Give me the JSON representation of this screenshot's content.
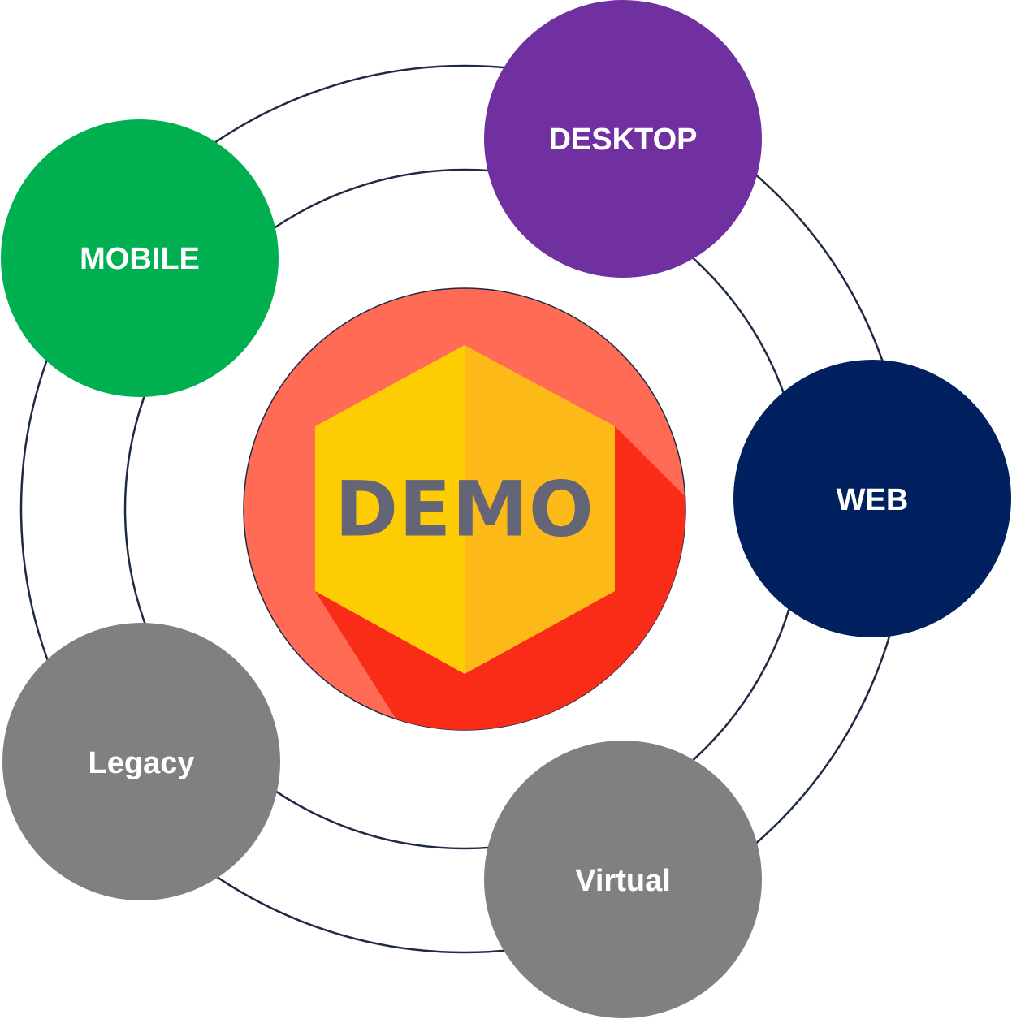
{
  "center": {
    "logo_text": "DEMO",
    "colors": {
      "circle": "#ff6b55",
      "shadow": "#f92d17",
      "hex_left": "#fecc02",
      "hex_right": "#fcb917",
      "text": "#646678"
    }
  },
  "nodes": [
    {
      "id": "desktop",
      "label": "DESKTOP",
      "color": "#7030a0"
    },
    {
      "id": "mobile",
      "label": "MOBILE",
      "color": "#00b050"
    },
    {
      "id": "web",
      "label": "WEB",
      "color": "#002060"
    },
    {
      "id": "legacy",
      "label": "Legacy",
      "color": "#808080"
    },
    {
      "id": "virtual",
      "label": "Virtual",
      "color": "#808080"
    }
  ],
  "orbit_color": "#1f2a44"
}
